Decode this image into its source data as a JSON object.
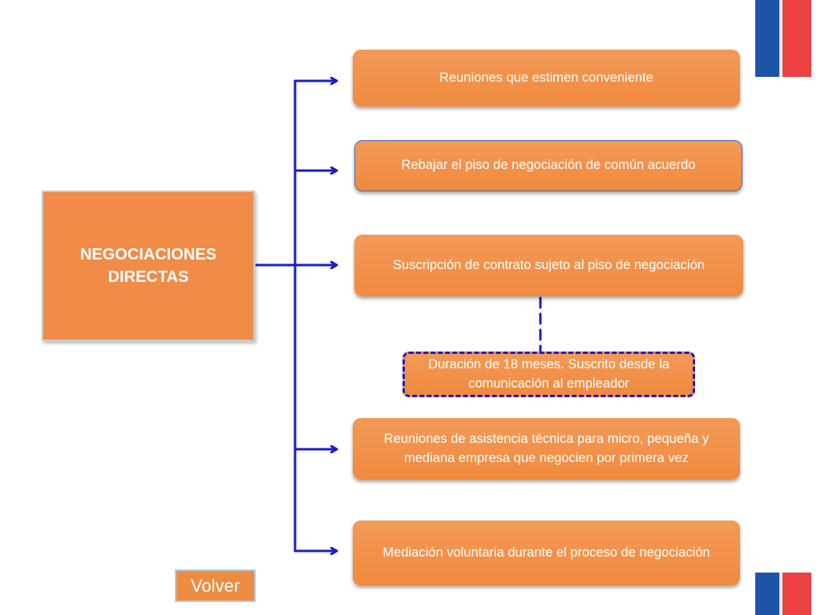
{
  "main_node": {
    "line1": "NEGOCIACIONES",
    "line2": "DIRECTAS"
  },
  "branches": [
    "Reuniones que estimen conveniente",
    "Rebajar el piso de negociación de común acuerdo",
    "Suscripción de contrato sujeto al piso de negociación",
    "Reuniones de asistencia técnica para micro, pequeña y mediana empresa que negocien por primera vez",
    "Mediación voluntaria durante el proceso de negociación"
  ],
  "sub_node": {
    "text": "Duración de 18 meses. Suscrito desde la comunicación al empleador"
  },
  "volver_button": {
    "label": "Volver"
  },
  "colors": {
    "box_orange": "#f08c47",
    "connector_blue": "#1c1cc8",
    "flag_blue": "#1d55a6",
    "flag_red": "#ec4142"
  }
}
